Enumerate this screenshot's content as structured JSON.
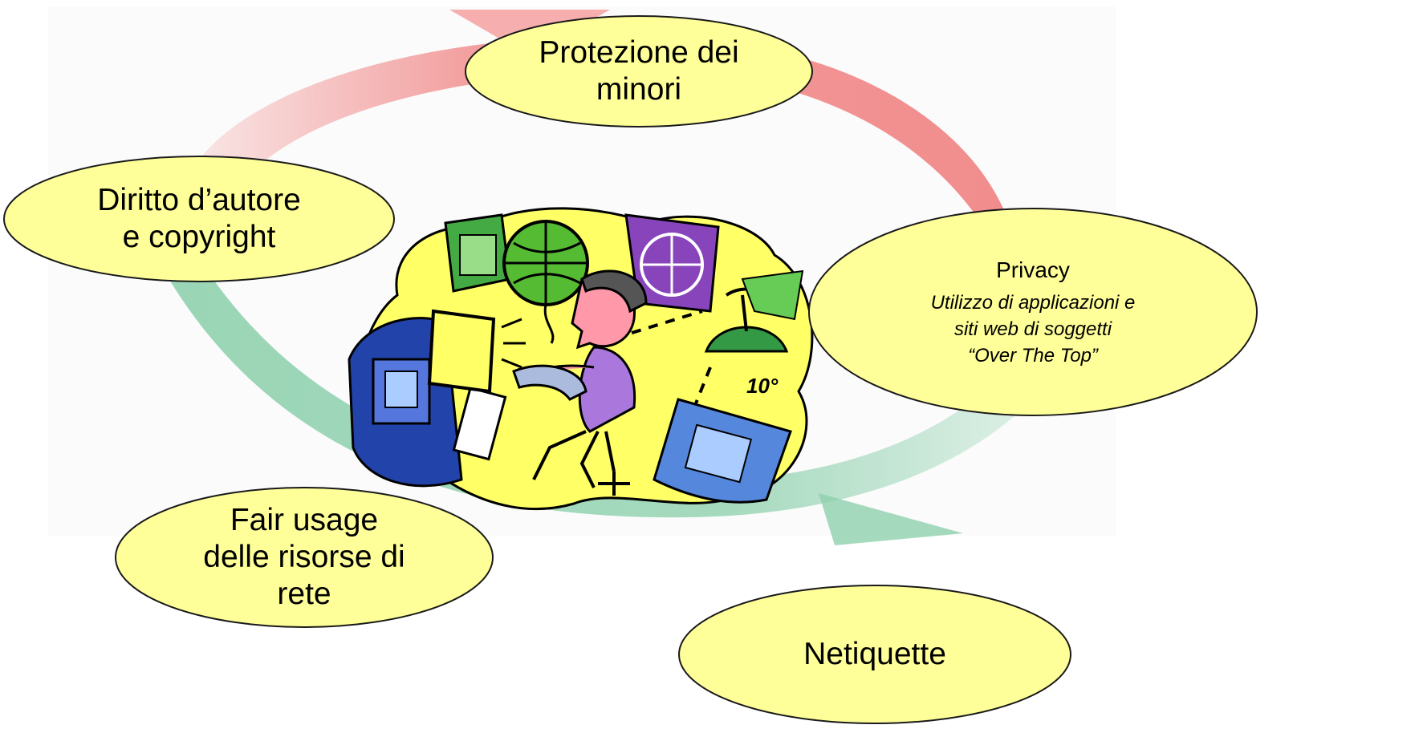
{
  "colors": {
    "bubble_fill": "#FFFF99",
    "bubble_stroke": "#1a1a1a",
    "arc_red": "#F08080",
    "arc_green": "#8FD1AE"
  },
  "bubbles": {
    "protezione": {
      "lines": [
        "Protezione dei",
        "minori"
      ]
    },
    "diritto": {
      "lines": [
        "Diritto d’autore",
        "e copyright"
      ]
    },
    "privacy": {
      "title": "Privacy",
      "sub_lines": [
        "Utilizzo di applicazioni e",
        "siti web di soggetti",
        "“Over The Top”"
      ]
    },
    "fair": {
      "lines": [
        "Fair usage",
        "delle risorse di",
        "rete"
      ]
    },
    "netiquette": {
      "lines": [
        "Netiquette"
      ]
    }
  },
  "illustration": {
    "subject": "person-at-computer-clipart",
    "label_10": "10°"
  }
}
